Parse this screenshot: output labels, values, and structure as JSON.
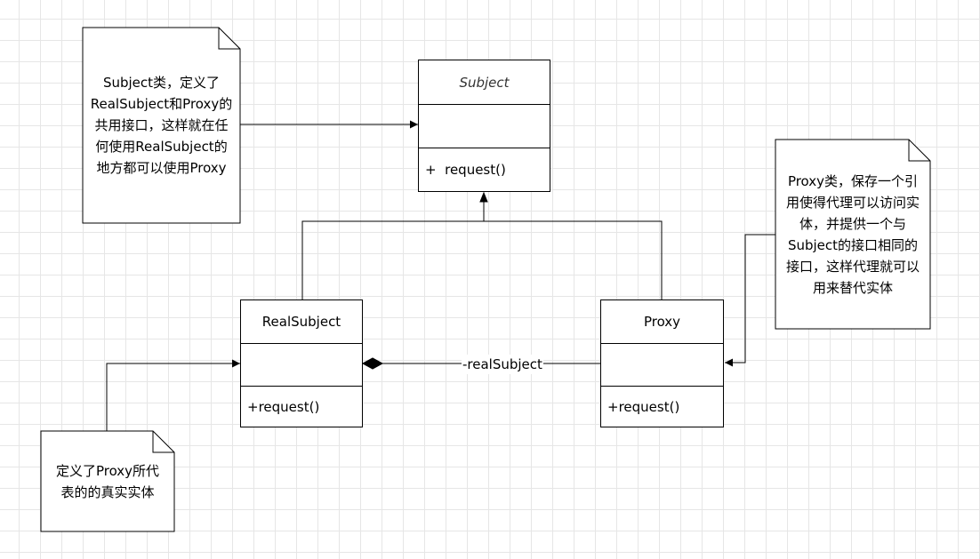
{
  "classes": {
    "subject": {
      "name": "Subject",
      "operation": "+  request()"
    },
    "real_subject": {
      "name": "RealSubject",
      "operation": "+request()"
    },
    "proxy": {
      "name": "Proxy",
      "operation": "+request()"
    }
  },
  "association": {
    "label": "-realSubject"
  },
  "notes": {
    "subject_note": {
      "lines": [
        "Subject类，定义了",
        "RealSubject和Proxy的",
        "共用接口，这样就在任",
        "何使用RealSubject的",
        "地方都可以使用Proxy"
      ]
    },
    "proxy_note": {
      "lines": [
        "Proxy类，保存一个引",
        "用使得代理可以访问实",
        "体，并提供一个与",
        "Subject的接口相同的",
        "接口，这样代理就可以",
        "用来替代实体"
      ]
    },
    "real_subject_note": {
      "lines": [
        "定义了Proxy所代",
        "表的的真实实体"
      ]
    }
  }
}
